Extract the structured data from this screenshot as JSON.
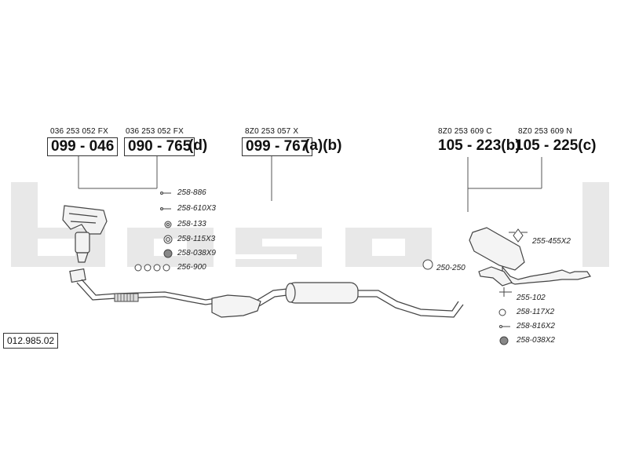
{
  "brand": {
    "watermark": "bosal",
    "color": "#e6e6e6"
  },
  "diagram_ref": "012.985.02",
  "parts": [
    {
      "oem": "036 253 052 FX",
      "number": "099 - 046",
      "suffix": ""
    },
    {
      "oem": "036 253 052 FX",
      "number": "090 - 765",
      "suffix": "(d)"
    },
    {
      "oem": "8Z0 253 057 X",
      "number": "099 - 767",
      "suffix": "(a)(b)"
    },
    {
      "oem": "8Z0 253 609 C",
      "number": "105 - 223(b)",
      "suffix": ""
    },
    {
      "oem": "8Z0 253 609 N",
      "number": "105 - 225(c)",
      "suffix": ""
    }
  ],
  "accessories_left": [
    "258-886",
    "258-610X3",
    "258-133",
    "258-115X3",
    "258-038X9",
    "256-900"
  ],
  "accessory_mid": "250-250",
  "accessory_right_top": "255-455X2",
  "accessories_right": [
    "255-102",
    "258-117X2",
    "258-816X2",
    "258-038X2"
  ]
}
